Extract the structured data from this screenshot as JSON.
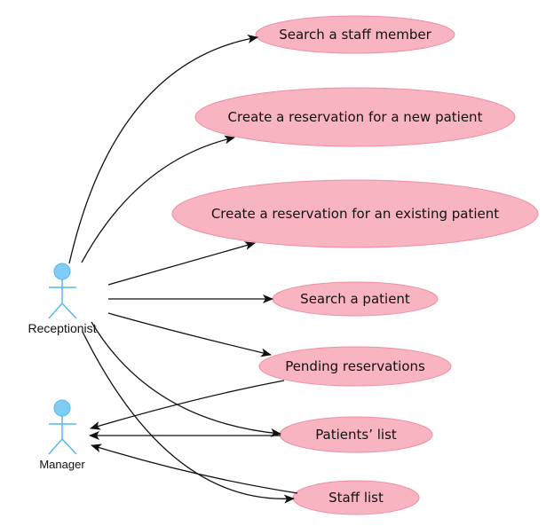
{
  "colors": {
    "use_case_fill": "#f9b4c1",
    "use_case_stroke": "#ee8fa3",
    "actor_fill": "#7fcdf5",
    "actor_stroke": "#55b8ef",
    "edge": "#111111"
  },
  "actors": [
    {
      "id": "receptionist",
      "label": "Receptionist",
      "icon": "stick-figure-icon"
    },
    {
      "id": "manager",
      "label": "Manager",
      "icon": "stick-figure-icon"
    }
  ],
  "use_cases": [
    {
      "id": "search-staff-member",
      "label": "Search a staff member"
    },
    {
      "id": "create-reservation-new-patient",
      "label": "Create a reservation for a new patient"
    },
    {
      "id": "create-reservation-existing-patient",
      "label": "Create a reservation for an existing patient"
    },
    {
      "id": "search-patient",
      "label": "Search a patient"
    },
    {
      "id": "pending-reservations",
      "label": "Pending reservations"
    },
    {
      "id": "patients-list",
      "label": "Patients’ list"
    },
    {
      "id": "staff-list",
      "label": "Staff list"
    }
  ],
  "associations": [
    {
      "from": "receptionist",
      "to": "search-staff-member"
    },
    {
      "from": "receptionist",
      "to": "create-reservation-new-patient"
    },
    {
      "from": "receptionist",
      "to": "create-reservation-existing-patient"
    },
    {
      "from": "receptionist",
      "to": "search-patient"
    },
    {
      "from": "receptionist",
      "to": "pending-reservations"
    },
    {
      "from": "receptionist",
      "to": "patients-list"
    },
    {
      "from": "receptionist",
      "to": "staff-list"
    },
    {
      "from": "pending-reservations",
      "to": "manager"
    },
    {
      "from": "patients-list",
      "to": "manager"
    },
    {
      "from": "staff-list",
      "to": "manager"
    }
  ]
}
